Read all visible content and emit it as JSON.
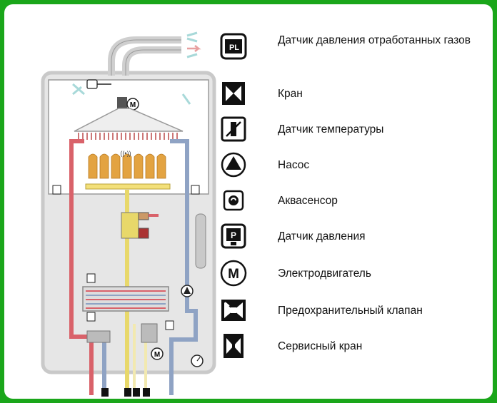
{
  "colors": {
    "frame": "#1aa61a",
    "hot_pipe": "#d9626a",
    "cold_pipe": "#8fa3c4",
    "gas_pipe": "#e8d86a",
    "housing": "#e6e6e6",
    "burner": "#e3a341"
  },
  "diagram": {
    "burner_label": "((•))"
  },
  "legend": [
    {
      "icon": "flue-gas-pressure-sensor-icon",
      "symbol": "PL",
      "label": "Датчик давления отработанных газов"
    },
    {
      "icon": "valve-icon",
      "label": "Кран"
    },
    {
      "icon": "temperature-sensor-icon",
      "label": "Датчик  температуры"
    },
    {
      "icon": "pump-icon",
      "label": "Насос"
    },
    {
      "icon": "aquasensor-icon",
      "label": "Аквасенсор"
    },
    {
      "icon": "pressure-sensor-icon",
      "symbol": "P",
      "label": "Датчик  давления"
    },
    {
      "icon": "motor-icon",
      "symbol": "M",
      "label": "Электродвигатель"
    },
    {
      "icon": "safety-valve-icon",
      "label": "Предохранительный клапан"
    },
    {
      "icon": "service-valve-icon",
      "label": "Сервисный кран"
    }
  ]
}
